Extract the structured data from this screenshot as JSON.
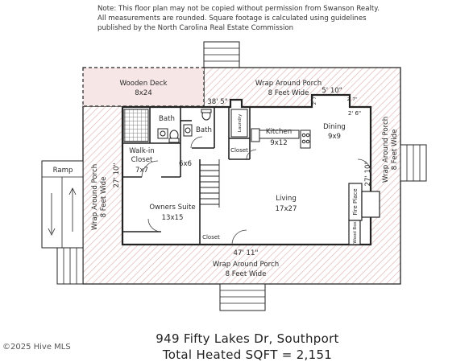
{
  "note": {
    "line1": "Note: This floor plan may not be copied without permission from Swanson Realty.",
    "line2": "All measurements are rounded.  Square footage is calculated using guidelines",
    "line3": "published by the North Carolina Real Estate Commission"
  },
  "rooms": {
    "wooden_deck": {
      "name": "Wooden Deck",
      "size": "8x24"
    },
    "porch_top": {
      "name": "Wrap Around Porch",
      "size": "8 Feet Wide"
    },
    "porch_right": {
      "name": "Wrap Around Porch",
      "size": "8 Feet Wide"
    },
    "porch_left": {
      "name": "Wrap Around Porch",
      "size": "8 Feet Wide"
    },
    "porch_bottom": {
      "name": "Wrap Around Porch",
      "size": "8 Feet Wide"
    },
    "ramp": {
      "name": "Ramp"
    },
    "bath_master": {
      "name": "Bath"
    },
    "bath_hall": {
      "name": "Bath"
    },
    "walk_in_closet": {
      "name": "Walk-in",
      "name2": "Closet",
      "size": "7x7"
    },
    "laundry": {
      "name": "Laundry"
    },
    "closet_kitchen": {
      "name": "Closet"
    },
    "kitchen": {
      "name": "Kitchen",
      "size": "9x12"
    },
    "dining": {
      "name": "Dining",
      "size": "9x9"
    },
    "owners_suite": {
      "name": "Owners Suite",
      "size": "13x15"
    },
    "living": {
      "name": "Living",
      "size": "17x27"
    },
    "closet_owners": {
      "name": "Closet"
    },
    "fire_place": {
      "name": "Fire Place"
    },
    "wood_box": {
      "name": "Wood Box"
    }
  },
  "dimensions": {
    "d1": "38' 5\"",
    "d2": "5' 10\"",
    "d3": "2' 7\"",
    "d4": "2' 7\"",
    "d5": "2' 6\"",
    "d6": "6x6",
    "d7": "27' 10\"",
    "d8": "27' 10\"",
    "d9": "47' 11\""
  },
  "footer": {
    "address": "949 Fifty Lakes Dr, Southport",
    "sqft": "Total Heated SQFT = 2,151"
  },
  "copyright": "©2025 Hive MLS"
}
